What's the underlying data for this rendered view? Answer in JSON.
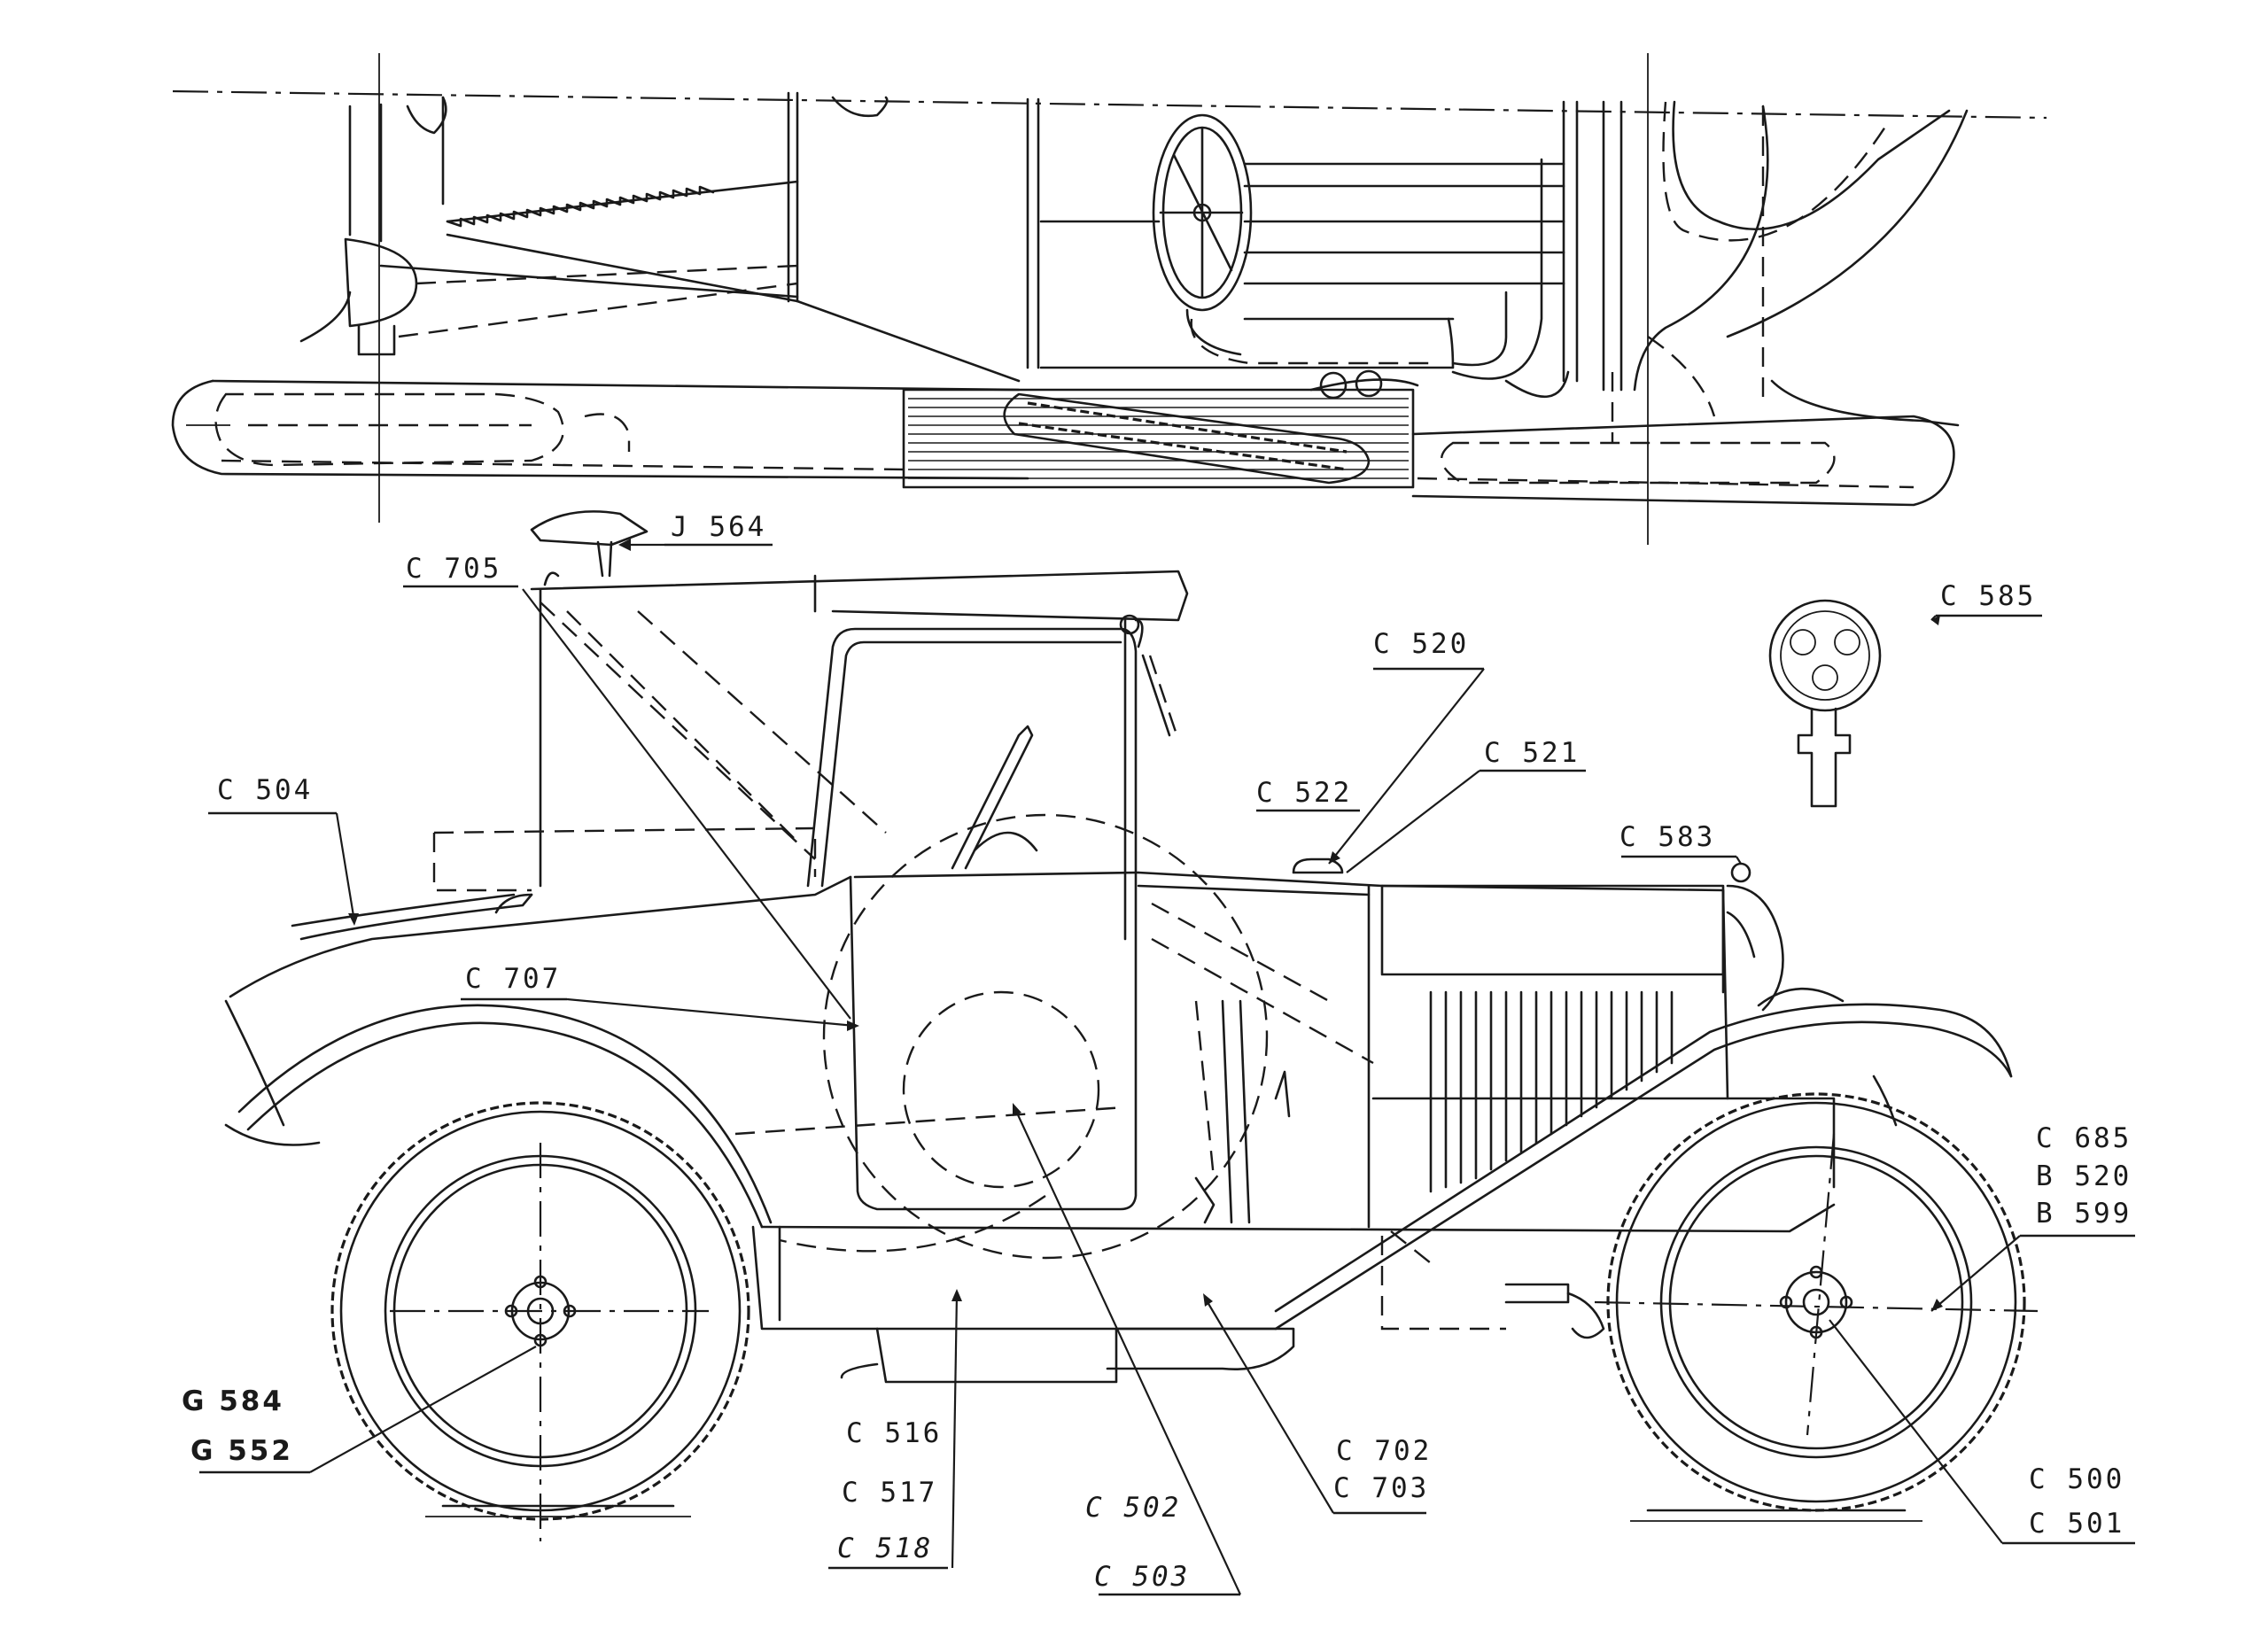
{
  "callouts": [
    {
      "id": "j564",
      "text": "J 564"
    },
    {
      "id": "c705",
      "text": "C 705"
    },
    {
      "id": "c585",
      "text": "C 585"
    },
    {
      "id": "c520",
      "text": "C 520"
    },
    {
      "id": "c521",
      "text": "C 521"
    },
    {
      "id": "c522",
      "text": "C 522"
    },
    {
      "id": "c504",
      "text": "C 504"
    },
    {
      "id": "c583",
      "text": "C 583"
    },
    {
      "id": "c707",
      "text": "C 707"
    },
    {
      "id": "c685",
      "text": "C 685"
    },
    {
      "id": "b520",
      "text": "B 520"
    },
    {
      "id": "b599",
      "text": "B 599"
    },
    {
      "id": "g584",
      "text": "G 584"
    },
    {
      "id": "g552",
      "text": "G 552"
    },
    {
      "id": "c516",
      "text": "C 516"
    },
    {
      "id": "c517",
      "text": "C 517"
    },
    {
      "id": "c518",
      "text": "C 518"
    },
    {
      "id": "c502",
      "text": "C 502"
    },
    {
      "id": "c503",
      "text": "C 503"
    },
    {
      "id": "c702",
      "text": "C 702"
    },
    {
      "id": "c703",
      "text": "C 703"
    },
    {
      "id": "c500",
      "text": "C 500"
    },
    {
      "id": "c501",
      "text": "C 501"
    }
  ]
}
